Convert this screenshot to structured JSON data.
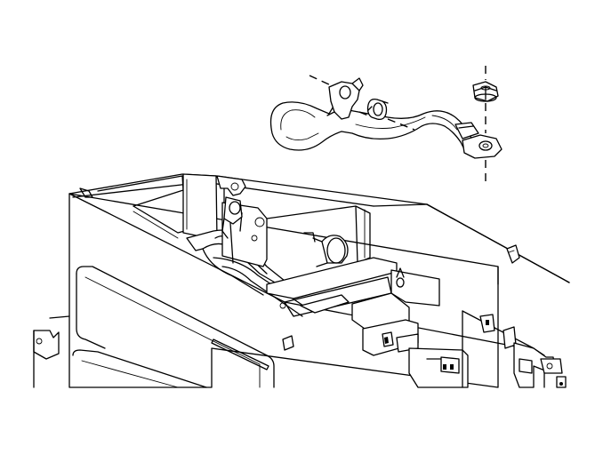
{
  "diagram": {
    "kind": "exploded-assembly-line-drawing",
    "parts": [
      {
        "name": "tube-assembly"
      },
      {
        "name": "mounting-clip"
      },
      {
        "name": "grommet"
      },
      {
        "name": "flange-nut"
      },
      {
        "name": "mounting-bracket"
      },
      {
        "name": "chassis-housing"
      }
    ],
    "colors": {
      "line": "#000000",
      "background": "#ffffff"
    }
  }
}
